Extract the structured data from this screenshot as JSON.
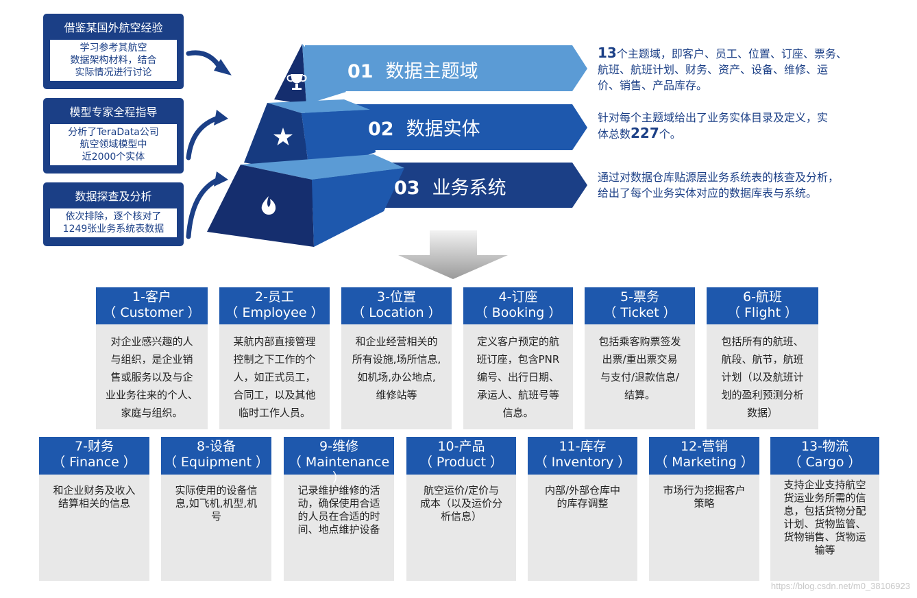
{
  "left_panels": [
    {
      "title": "借鉴某国外航空经验",
      "lines": [
        "学习参考其航空",
        "数据架构材料，结合",
        "实际情况进行讨论"
      ]
    },
    {
      "title": "模型专家全程指导",
      "lines": [
        "分析了TeraData公司",
        "航空领域模型中",
        "近2000个实体"
      ]
    },
    {
      "title": "数据探查及分析",
      "lines": [
        "依次排除，逐个核对了",
        "1249张业务系统表数据"
      ]
    }
  ],
  "pyramid": [
    {
      "num": "01",
      "title": "数据主题域",
      "icon": "trophy-icon"
    },
    {
      "num": "02",
      "title": "数据实体",
      "icon": "star-icon"
    },
    {
      "num": "03",
      "title": "业务系统",
      "icon": "flame-icon"
    }
  ],
  "right_descriptions": [
    {
      "lines": [
        [
          "13",
          "个主题域，即客户、员工、位置、订座、票务、"
        ],
        [
          "",
          "航班、航班计划、财务、资产、设备、维修、运"
        ],
        [
          "",
          "价、销售、产品库存。"
        ]
      ]
    },
    {
      "lines": [
        [
          "",
          "针对每个主题域给出了业务实体目录及定义，实"
        ],
        [
          "",
          "体总数"
        ],
        [
          "227",
          "个。"
        ]
      ]
    },
    {
      "lines": [
        [
          "",
          "通过对数据仓库贴源层业务系统表的核查及分析，"
        ],
        [
          "",
          "给出了每个业务实体对应的数据库表与系统。"
        ]
      ]
    }
  ],
  "entities_row1": [
    {
      "title": "1-客户",
      "en": "（ Customer ）",
      "desc": [
        "对企业感兴趣的人",
        "与组织，是企业销",
        "售或服务以及与企",
        "业业务往来的个人、",
        "家庭与组织。"
      ]
    },
    {
      "title": "2-员工",
      "en": "（ Employee ）",
      "desc": [
        "某航内部直接管理",
        "控制之下工作的个",
        "人，如正式员工，",
        "合同工，以及其他",
        "临时工作人员。"
      ]
    },
    {
      "title": "3-位置",
      "en": "（ Location ）",
      "desc": [
        "和企业经营相关的",
        "所有设施,场所信息,",
        "如机场,办公地点,",
        "维修站等"
      ]
    },
    {
      "title": "4-订座",
      "en": "（ Booking ）",
      "desc": [
        "定义客户预定的航",
        "班订座，包含PNR",
        "编号、出行日期、",
        "承运人、航班号等",
        "信息。"
      ]
    },
    {
      "title": "5-票务",
      "en": "（ Ticket ）",
      "desc": [
        "包括乘客购票签发",
        "出票/重出票交易",
        "与支付/退款信息/",
        "结算。"
      ]
    },
    {
      "title": "6-航班",
      "en": "（ Flight ）",
      "desc": [
        "包括所有的航班、",
        "航段、航节，航班",
        "计划（以及航班计",
        "划的盈利预测分析",
        "数据）"
      ]
    }
  ],
  "entities_row2": [
    {
      "title": "7-财务",
      "en": "（ Finance ）",
      "desc": [
        "和企业财务及收入",
        "结算相关的信息"
      ]
    },
    {
      "title": "8-设备",
      "en": "（ Equipment ）",
      "desc": [
        "实际使用的设备信",
        "息,如飞机,机型,机",
        "号"
      ]
    },
    {
      "title": "9-维修",
      "en": "（ Maintenance ）",
      "desc": [
        "记录维护维修的活",
        "动，确保使用合适",
        "的人员在合适的时",
        "间、地点维护设备"
      ]
    },
    {
      "title": "10-产品",
      "en": "（ Product ）",
      "desc": [
        "航空运价/定价与",
        "成本（以及运价分",
        "析信息）"
      ]
    },
    {
      "title": "11-库存",
      "en": "（ Inventory ）",
      "desc": [
        "内部/外部仓库中",
        "的库存调整"
      ]
    },
    {
      "title": "12-营销",
      "en": "（ Marketing ）",
      "desc": [
        "市场行为挖掘客户",
        "策略"
      ]
    },
    {
      "title": "13-物流",
      "en": "（ Cargo ）",
      "desc": [
        "支持企业支持航空",
        "货运业务所需的信",
        "息，包括货物分配",
        "计划、货物监管、",
        "货物销售、货物运",
        "输等"
      ]
    }
  ],
  "watermark": "https://blog.csdn.net/m0_38106923",
  "colors": {
    "navy": "#1b3f86",
    "blue": "#1e58ad",
    "light_blue": "#5b9bd5",
    "card_bg": "#e8e8e8"
  }
}
